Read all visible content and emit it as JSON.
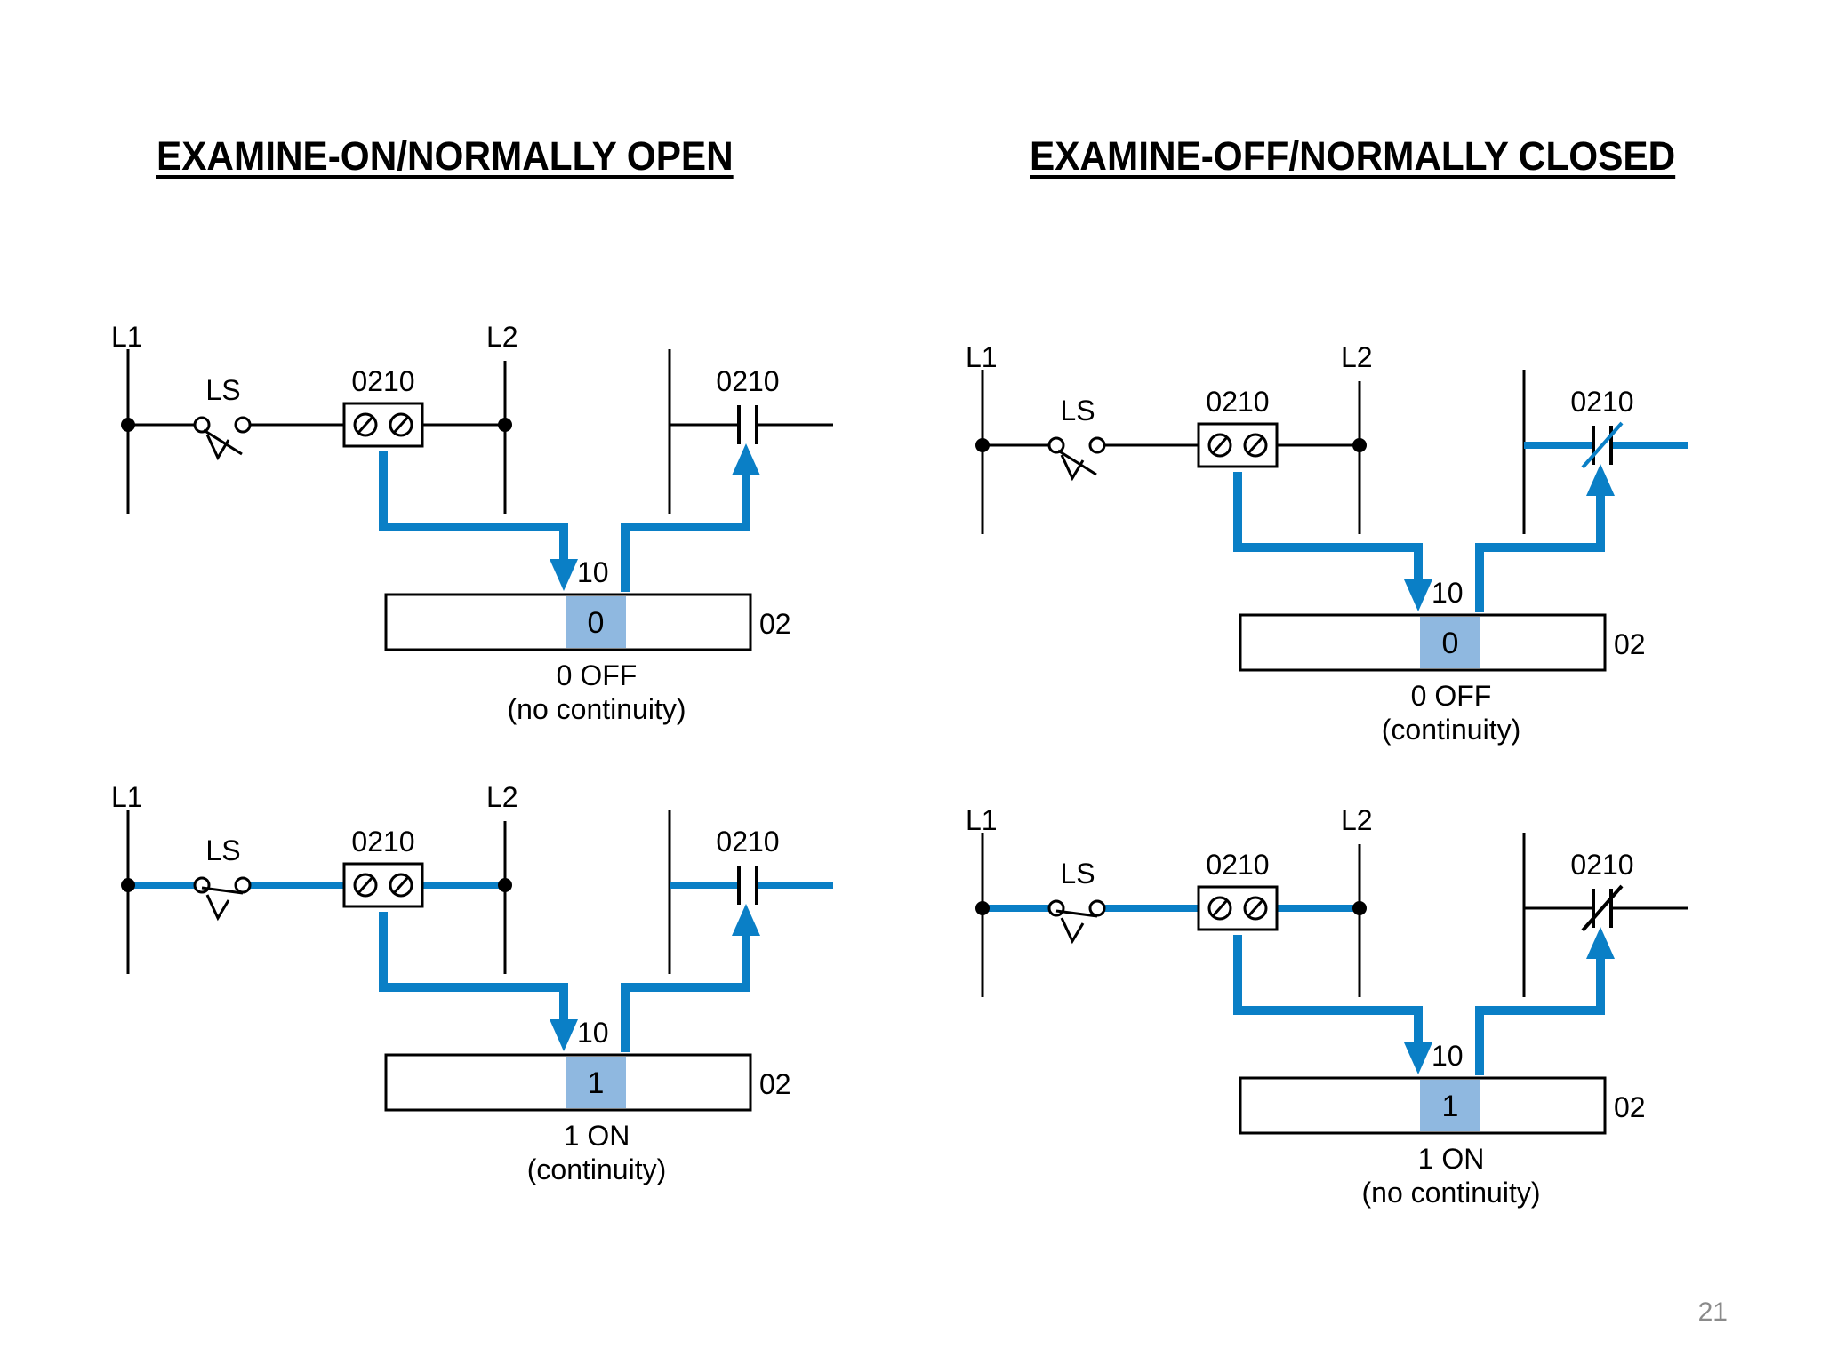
{
  "headings": {
    "left": "EXAMINE-ON/NORMALLY OPEN",
    "right": "EXAMINE-OFF/NORMALLY CLOSED"
  },
  "page_number": "21",
  "colors": {
    "energized": "#0a7fc6",
    "bit_cell": "#8fb8e0",
    "wire": "#000000"
  },
  "icons": {
    "switch": "limit-switch-icon",
    "input_module": "input-terminal-icon",
    "contact_open": "normally-open-contact-icon",
    "contact_closed": "normally-closed-contact-icon",
    "arrow": "signal-arrow-icon"
  },
  "panels": [
    {
      "rail_left": "L1",
      "rail_right": "L2",
      "switch_label": "LS",
      "module_label": "0210",
      "contact_label": "0210",
      "bit_label": "10",
      "bit_value": "0",
      "word_label": "02",
      "state_line1": "0 OFF",
      "state_line2": "(no continuity)",
      "contact_type": "NO",
      "switch_closed": false,
      "input_energized": false,
      "rung_energized": false
    },
    {
      "rail_left": "L1",
      "rail_right": "L2",
      "switch_label": "LS",
      "module_label": "0210",
      "contact_label": "0210",
      "bit_label": "10",
      "bit_value": "0",
      "word_label": "02",
      "state_line1": "0 OFF",
      "state_line2": "(continuity)",
      "contact_type": "NC",
      "switch_closed": false,
      "input_energized": false,
      "rung_energized": true
    },
    {
      "rail_left": "L1",
      "rail_right": "L2",
      "switch_label": "LS",
      "module_label": "0210",
      "contact_label": "0210",
      "bit_label": "10",
      "bit_value": "1",
      "word_label": "02",
      "state_line1": "1 ON",
      "state_line2": "(continuity)",
      "contact_type": "NO",
      "switch_closed": true,
      "input_energized": true,
      "rung_energized": true
    },
    {
      "rail_left": "L1",
      "rail_right": "L2",
      "switch_label": "LS",
      "module_label": "0210",
      "contact_label": "0210",
      "bit_label": "10",
      "bit_value": "1",
      "word_label": "02",
      "state_line1": "1 ON",
      "state_line2": "(no continuity)",
      "contact_type": "NC",
      "switch_closed": true,
      "input_energized": true,
      "rung_energized": false
    }
  ]
}
